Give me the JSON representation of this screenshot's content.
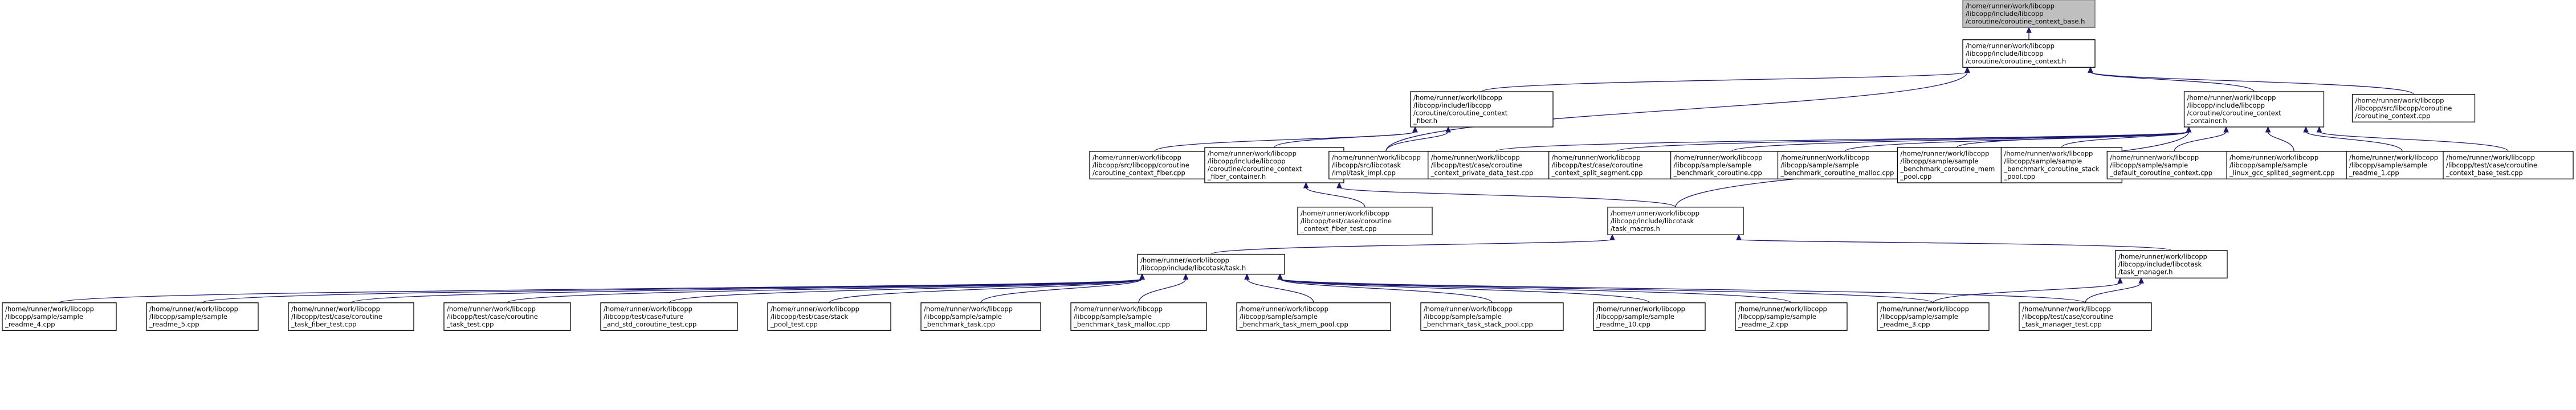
{
  "graph": {
    "nodes": [
      {
        "id": "n0",
        "lines": [
          "/home/runner/work/libcopp",
          "/libcopp/include/libcopp",
          "/coroutine/coroutine_context_base.h"
        ],
        "root": true
      },
      {
        "id": "n1",
        "lines": [
          "/home/runner/work/libcopp",
          "/libcopp/include/libcopp",
          "/coroutine/coroutine_context.h"
        ]
      },
      {
        "id": "n2",
        "lines": [
          "/home/runner/work/libcopp",
          "/libcopp/include/libcopp",
          "/coroutine/coroutine_context",
          "_fiber.h"
        ]
      },
      {
        "id": "n3",
        "lines": [
          "/home/runner/work/libcopp",
          "/libcopp/include/libcopp",
          "/coroutine/coroutine_context",
          "_container.h"
        ]
      },
      {
        "id": "n4",
        "lines": [
          "/home/runner/work/libcopp",
          "/libcopp/src/libcopp/coroutine",
          "/coroutine_context.cpp"
        ]
      },
      {
        "id": "n5",
        "lines": [
          "/home/runner/work/libcopp",
          "/libcopp/src/libcopp/coroutine",
          "/coroutine_context_fiber.cpp"
        ]
      },
      {
        "id": "n6",
        "lines": [
          "/home/runner/work/libcopp",
          "/libcopp/include/libcopp",
          "/coroutine/coroutine_context",
          "_fiber_container.h"
        ]
      },
      {
        "id": "n7",
        "lines": [
          "/home/runner/work/libcopp",
          "/libcopp/src/libcotask",
          "/impl/task_impl.cpp"
        ]
      },
      {
        "id": "n8",
        "lines": [
          "/home/runner/work/libcopp",
          "/libcopp/test/case/coroutine",
          "_context_private_data_test.cpp"
        ]
      },
      {
        "id": "n9",
        "lines": [
          "/home/runner/work/libcopp",
          "/libcopp/test/case/coroutine",
          "_context_split_segment.cpp"
        ]
      },
      {
        "id": "n10",
        "lines": [
          "/home/runner/work/libcopp",
          "/libcopp/sample/sample",
          "_benchmark_coroutine.cpp"
        ]
      },
      {
        "id": "n11",
        "lines": [
          "/home/runner/work/libcopp",
          "/libcopp/sample/sample",
          "_benchmark_coroutine_malloc.cpp"
        ]
      },
      {
        "id": "n12",
        "lines": [
          "/home/runner/work/libcopp",
          "/libcopp/sample/sample",
          "_benchmark_coroutine_mem",
          "_pool.cpp"
        ]
      },
      {
        "id": "n13",
        "lines": [
          "/home/runner/work/libcopp",
          "/libcopp/sample/sample",
          "_benchmark_coroutine_stack",
          "_pool.cpp"
        ]
      },
      {
        "id": "n14",
        "lines": [
          "/home/runner/work/libcopp",
          "/libcopp/sample/sample",
          "_default_coroutine_context.cpp"
        ]
      },
      {
        "id": "n15",
        "lines": [
          "/home/runner/work/libcopp",
          "/libcopp/sample/sample",
          "_linux_gcc_splited_segment.cpp"
        ]
      },
      {
        "id": "n16",
        "lines": [
          "/home/runner/work/libcopp",
          "/libcopp/sample/sample",
          "_readme_1.cpp"
        ]
      },
      {
        "id": "n17",
        "lines": [
          "/home/runner/work/libcopp",
          "/libcopp/test/case/coroutine",
          "_context_base_test.cpp"
        ]
      },
      {
        "id": "n18",
        "lines": [
          "/home/runner/work/libcopp",
          "/libcopp/test/case/coroutine",
          "_context_fiber_test.cpp"
        ]
      },
      {
        "id": "n19",
        "lines": [
          "/home/runner/work/libcopp",
          "/libcopp/include/libcotask",
          "/task_macros.h"
        ]
      },
      {
        "id": "n20",
        "lines": [
          "/home/runner/work/libcopp",
          "/libcopp/include/libcotask/task.h"
        ]
      },
      {
        "id": "n21",
        "lines": [
          "/home/runner/work/libcopp",
          "/libcopp/include/libcotask",
          "/task_manager.h"
        ]
      },
      {
        "id": "n22",
        "lines": [
          "/home/runner/work/libcopp",
          "/libcopp/sample/sample",
          "_readme_4.cpp"
        ]
      },
      {
        "id": "n23",
        "lines": [
          "/home/runner/work/libcopp",
          "/libcopp/sample/sample",
          "_readme_5.cpp"
        ]
      },
      {
        "id": "n24",
        "lines": [
          "/home/runner/work/libcopp",
          "/libcopp/test/case/coroutine",
          "_task_fiber_test.cpp"
        ]
      },
      {
        "id": "n25",
        "lines": [
          "/home/runner/work/libcopp",
          "/libcopp/test/case/coroutine",
          "_task_test.cpp"
        ]
      },
      {
        "id": "n26",
        "lines": [
          "/home/runner/work/libcopp",
          "/libcopp/test/case/future",
          "_and_std_coroutine_test.cpp"
        ]
      },
      {
        "id": "n27",
        "lines": [
          "/home/runner/work/libcopp",
          "/libcopp/test/case/stack",
          "_pool_test.cpp"
        ]
      },
      {
        "id": "n28",
        "lines": [
          "/home/runner/work/libcopp",
          "/libcopp/sample/sample",
          "_benchmark_task.cpp"
        ]
      },
      {
        "id": "n29",
        "lines": [
          "/home/runner/work/libcopp",
          "/libcopp/sample/sample",
          "_benchmark_task_malloc.cpp"
        ]
      },
      {
        "id": "n30",
        "lines": [
          "/home/runner/work/libcopp",
          "/libcopp/sample/sample",
          "_benchmark_task_mem_pool.cpp"
        ]
      },
      {
        "id": "n31",
        "lines": [
          "/home/runner/work/libcopp",
          "/libcopp/sample/sample",
          "_benchmark_task_stack_pool.cpp"
        ]
      },
      {
        "id": "n32",
        "lines": [
          "/home/runner/work/libcopp",
          "/libcopp/sample/sample",
          "_readme_10.cpp"
        ]
      },
      {
        "id": "n33",
        "lines": [
          "/home/runner/work/libcopp",
          "/libcopp/sample/sample",
          "_readme_2.cpp"
        ]
      },
      {
        "id": "n34",
        "lines": [
          "/home/runner/work/libcopp",
          "/libcopp/sample/sample",
          "_readme_3.cpp"
        ]
      },
      {
        "id": "n35",
        "lines": [
          "/home/runner/work/libcopp",
          "/libcopp/test/case/coroutine",
          "_task_manager_test.cpp"
        ]
      }
    ],
    "edges": [
      {
        "from": "n1",
        "to": "n0"
      },
      {
        "from": "n2",
        "to": "n1"
      },
      {
        "from": "n3",
        "to": "n1"
      },
      {
        "from": "n4",
        "to": "n1"
      },
      {
        "from": "n7",
        "to": "n1"
      },
      {
        "from": "n5",
        "to": "n2"
      },
      {
        "from": "n6",
        "to": "n2"
      },
      {
        "from": "n7",
        "to": "n2"
      },
      {
        "from": "n8",
        "to": "n3"
      },
      {
        "from": "n9",
        "to": "n3"
      },
      {
        "from": "n10",
        "to": "n3"
      },
      {
        "from": "n11",
        "to": "n3"
      },
      {
        "from": "n12",
        "to": "n3"
      },
      {
        "from": "n13",
        "to": "n3"
      },
      {
        "from": "n14",
        "to": "n3"
      },
      {
        "from": "n15",
        "to": "n3"
      },
      {
        "from": "n16",
        "to": "n3"
      },
      {
        "from": "n17",
        "to": "n3"
      },
      {
        "from": "n19",
        "to": "n3"
      },
      {
        "from": "n18",
        "to": "n6"
      },
      {
        "from": "n19",
        "to": "n6"
      },
      {
        "from": "n20",
        "to": "n19"
      },
      {
        "from": "n21",
        "to": "n19"
      },
      {
        "from": "n22",
        "to": "n20"
      },
      {
        "from": "n23",
        "to": "n20"
      },
      {
        "from": "n24",
        "to": "n20"
      },
      {
        "from": "n25",
        "to": "n20"
      },
      {
        "from": "n26",
        "to": "n20"
      },
      {
        "from": "n27",
        "to": "n20"
      },
      {
        "from": "n28",
        "to": "n20"
      },
      {
        "from": "n29",
        "to": "n20"
      },
      {
        "from": "n30",
        "to": "n20"
      },
      {
        "from": "n31",
        "to": "n20"
      },
      {
        "from": "n32",
        "to": "n20"
      },
      {
        "from": "n33",
        "to": "n20"
      },
      {
        "from": "n34",
        "to": "n20"
      },
      {
        "from": "n35",
        "to": "n20"
      },
      {
        "from": "n34",
        "to": "n21"
      },
      {
        "from": "n35",
        "to": "n21"
      }
    ]
  },
  "colors": {
    "edge": "#191970",
    "node_border": "#000000",
    "root_fill": "#bfbfbf",
    "root_border": "#666666"
  }
}
